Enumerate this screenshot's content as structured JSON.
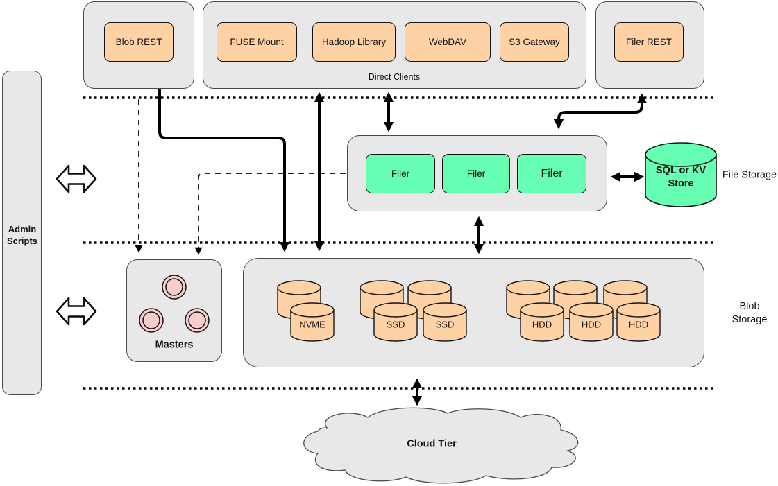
{
  "colors": {
    "container-fill": "#e8e8e8",
    "node-orange": "#ffd2a6",
    "node-green": "#66ffb3",
    "node-pink": "#f8cecc",
    "line-black": "#000000"
  },
  "admin": {
    "label": "Admin Scripts"
  },
  "clients": {
    "blob_rest": "Blob REST",
    "direct_clients_label": "Direct Clients",
    "direct_client_items": [
      "FUSE Mount",
      "Hadoop Library",
      "WebDAV",
      "S3 Gateway"
    ],
    "filer_rest": "Filer REST"
  },
  "file_storage": {
    "tier_label": "File Storage",
    "filers": [
      "Filer",
      "Filer",
      "Filer"
    ],
    "metadata_store": "SQL or KV Store"
  },
  "blob_storage": {
    "tier_label": "Blob Storage",
    "masters_label": "Masters",
    "volume_labels": [
      "NVME",
      "SSD",
      "SSD",
      "HDD",
      "HDD",
      "HDD"
    ]
  },
  "cloud_tier": {
    "label": "Cloud Tier"
  }
}
